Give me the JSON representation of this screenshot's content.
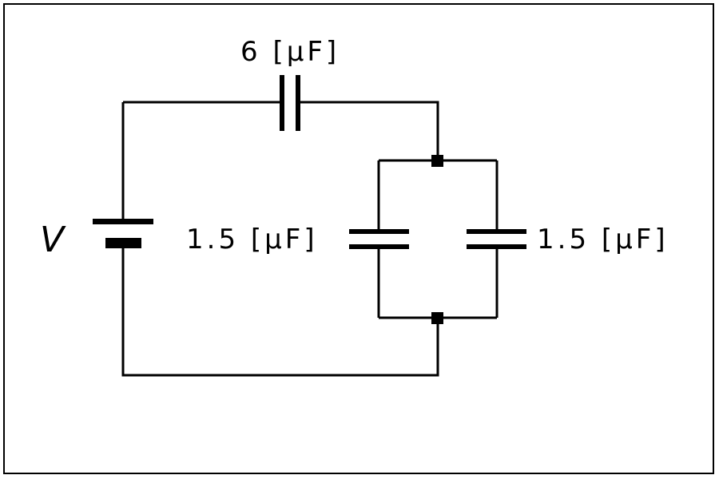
{
  "labels": {
    "c_top": "6 [μF]",
    "c_left": "1.5 [μF]",
    "c_right": "1.5 [μF]",
    "voltage": "V"
  }
}
